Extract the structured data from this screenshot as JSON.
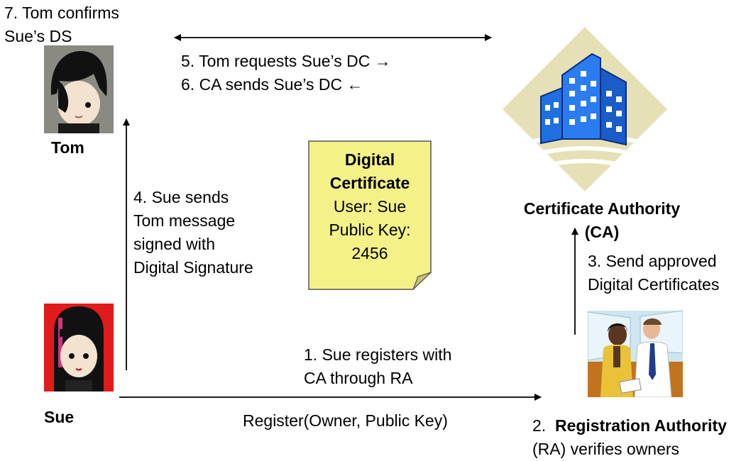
{
  "steps": {
    "step7": [
      "7. Tom confirms",
      "Sue’s DS"
    ],
    "step5": "5. Tom requests Sue’s DC →",
    "step6": "6. CA sends Sue’s DC ←",
    "step4": [
      "4. Sue sends",
      "Tom message",
      "signed with",
      "Digital Signature"
    ],
    "step3": [
      "3. Send approved",
      "Digital Certificates"
    ],
    "step1": [
      "1. Sue registers with",
      "CA through RA"
    ],
    "register_call": "Register(Owner, Public Key)",
    "step2_prefix": "2.  ",
    "step2_bold": "Registration Authority",
    "step2_rest": "(RA) verifies owners"
  },
  "actors": {
    "tom": "Tom",
    "sue": "Sue",
    "ca": [
      "Certificate Authority",
      "(CA)"
    ]
  },
  "certificate": {
    "title": [
      "Digital",
      "Certificate"
    ],
    "lines": [
      "User: Sue",
      "Public Key:",
      "2456"
    ]
  },
  "colors": {
    "note_fill": "#f4f189",
    "building_blue": "#1f6fe0",
    "diamond": "#e6e0b6"
  }
}
